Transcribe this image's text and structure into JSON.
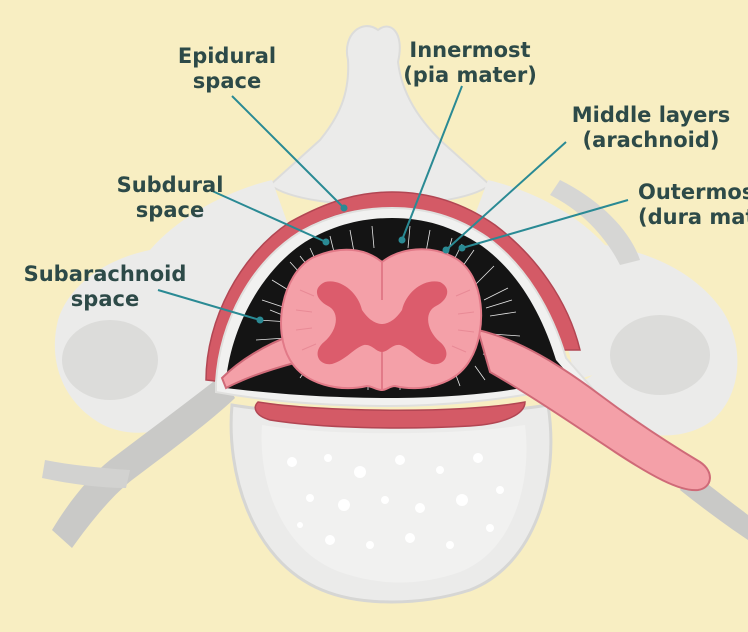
{
  "labels": {
    "epidural": [
      "Epidural",
      "space"
    ],
    "innermost": [
      "Innermost",
      "(pia mater)"
    ],
    "middle": [
      "Middle layers",
      "(arachnoid)"
    ],
    "outermost": [
      "Outermost",
      "(dura mater)"
    ],
    "subdural": [
      "Subdural",
      "space"
    ],
    "subarachnoid": [
      "Subarachnoid",
      "space"
    ]
  },
  "colors": {
    "background": "#f8eec2",
    "bone": "#ebebea",
    "bone_dark": "#d6d6d4",
    "epidural_fat": "#d45a66",
    "spinal_cord": "#f4a0a8",
    "gray_matter": "#dc5c6c",
    "subarachnoid": "#141414",
    "leader_line": "#2a8a94",
    "label_text": "#2d4a48"
  }
}
